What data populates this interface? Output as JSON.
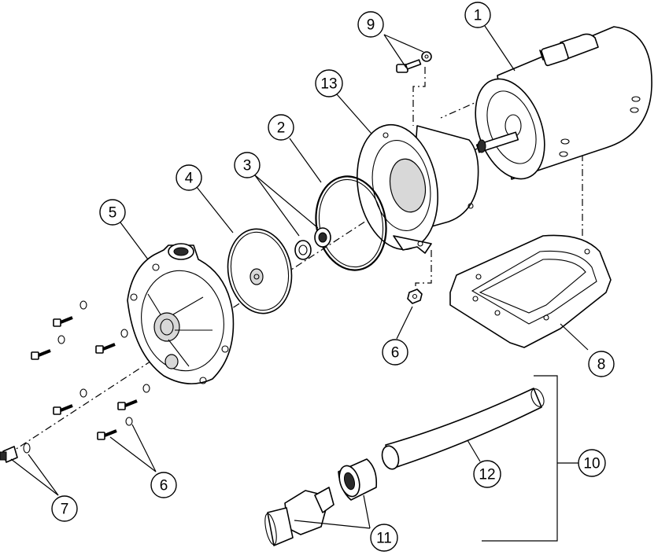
{
  "callouts": [
    {
      "id": "c1",
      "label": "1"
    },
    {
      "id": "c2",
      "label": "2"
    },
    {
      "id": "c3",
      "label": "3"
    },
    {
      "id": "c4",
      "label": "4"
    },
    {
      "id": "c5",
      "label": "5"
    },
    {
      "id": "c6a",
      "label": "6"
    },
    {
      "id": "c6b",
      "label": "6"
    },
    {
      "id": "c7",
      "label": "7"
    },
    {
      "id": "c8",
      "label": "8"
    },
    {
      "id": "c9",
      "label": "9"
    },
    {
      "id": "c10",
      "label": "10"
    },
    {
      "id": "c11",
      "label": "11"
    },
    {
      "id": "c12",
      "label": "12"
    },
    {
      "id": "c13",
      "label": "13"
    }
  ]
}
